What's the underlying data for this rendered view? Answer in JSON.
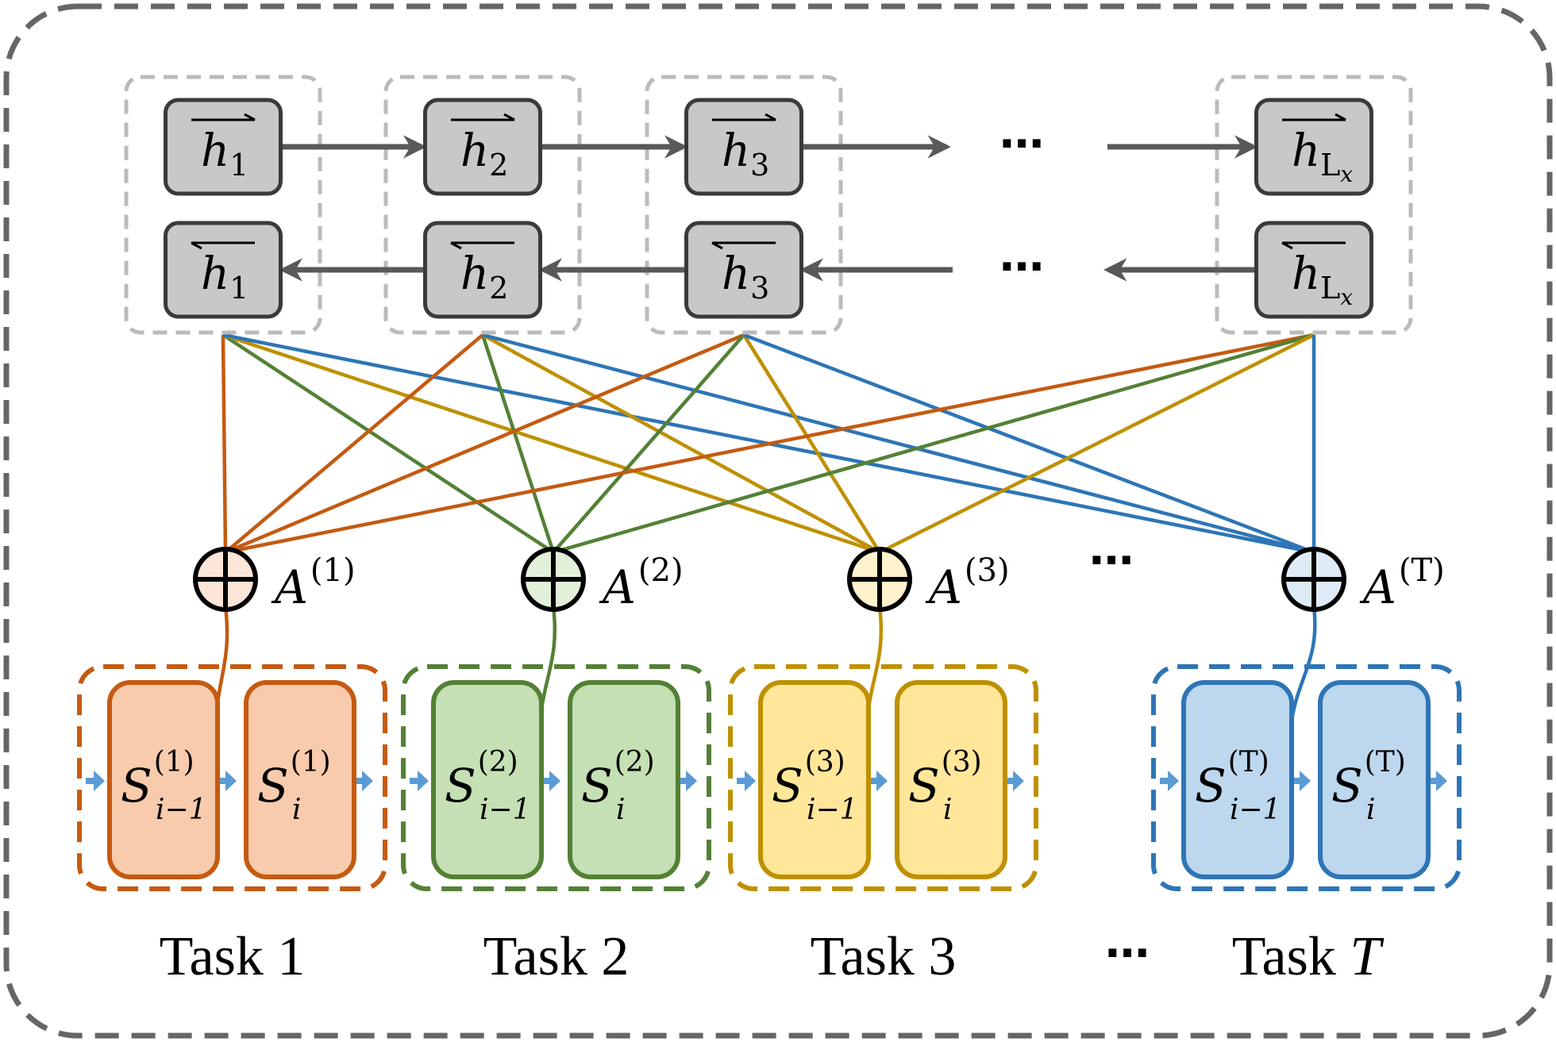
{
  "colors": {
    "frame": "#666666",
    "hidden_group": "#bbbbbb",
    "hidden_fill": "#c8c8c8",
    "hidden_stroke": "#3a3a3a",
    "arrow": "#595959",
    "small_arrow": "#5b9bd5",
    "task1": "#c55a11",
    "task2": "#538135",
    "task3": "#bf9000",
    "taskT": "#2e75b6",
    "fill1": "#f8cbad",
    "fill2": "#c5e0b4",
    "fill3": "#ffe699",
    "fillT": "#bdd7ee",
    "circle1": "#fbe5d6",
    "circle2": "#e2f0d9",
    "circle3": "#fff2cc",
    "circleT": "#deebf7"
  },
  "icons": {
    "aggregator": "circled-plus-icon",
    "flow": "right-arrow-icon"
  },
  "hidden": {
    "forward": [
      {
        "sym": "h",
        "sub": "1"
      },
      {
        "sym": "h",
        "sub": "2"
      },
      {
        "sym": "h",
        "sub": "3"
      },
      {
        "sym": "h",
        "sub": "L",
        "subsub": "x"
      }
    ],
    "backward": [
      {
        "sym": "h",
        "sub": "1"
      },
      {
        "sym": "h",
        "sub": "2"
      },
      {
        "sym": "h",
        "sub": "3"
      },
      {
        "sym": "h",
        "sub": "L",
        "subsub": "x"
      }
    ],
    "ellipsis": "⋯"
  },
  "aggregators": [
    {
      "sym": "A",
      "sup": "(1)"
    },
    {
      "sym": "A",
      "sup": "(2)"
    },
    {
      "sym": "A",
      "sup": "(3)"
    },
    {
      "sym": "A",
      "sup": "(T)"
    }
  ],
  "aggregator_ellipsis": "⋯",
  "tasks": [
    {
      "label": "Task 1",
      "state_prev": {
        "sym": "S",
        "sup": "(1)",
        "sub": "i−1"
      },
      "state_cur": {
        "sym": "S",
        "sup": "(1)",
        "sub": "i"
      }
    },
    {
      "label": "Task 2",
      "state_prev": {
        "sym": "S",
        "sup": "(2)",
        "sub": "i−1"
      },
      "state_cur": {
        "sym": "S",
        "sup": "(2)",
        "sub": "i"
      }
    },
    {
      "label": "Task 3",
      "state_prev": {
        "sym": "S",
        "sup": "(3)",
        "sub": "i−1"
      },
      "state_cur": {
        "sym": "S",
        "sup": "(3)",
        "sub": "i"
      }
    },
    {
      "label_prefix": "Task ",
      "label_var": "T",
      "state_prev": {
        "sym": "S",
        "sup": "(T)",
        "sub": "i−1"
      },
      "state_cur": {
        "sym": "S",
        "sup": "(T)",
        "sub": "i"
      }
    }
  ],
  "task_ellipsis": "⋯"
}
